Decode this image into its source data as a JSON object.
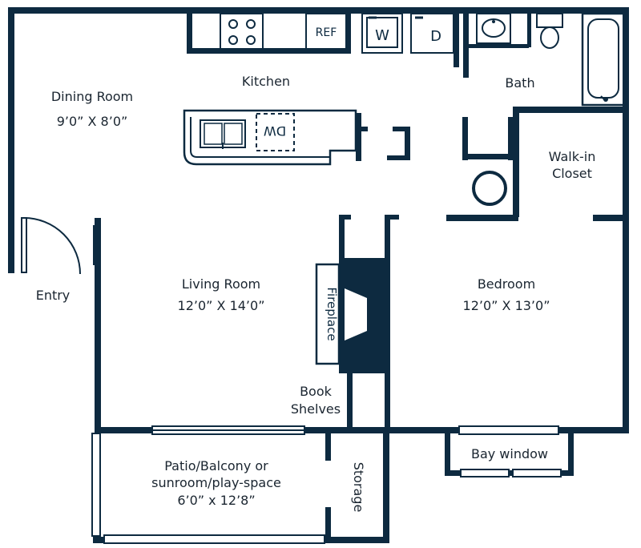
{
  "rooms": {
    "dining": {
      "name": "Dining Room",
      "size": "9’0” X 8’0”"
    },
    "kitchen": {
      "name": "Kitchen"
    },
    "bath": {
      "name": "Bath"
    },
    "closet": {
      "line1": "Walk-in",
      "line2": "Closet"
    },
    "living": {
      "name": "Living Room",
      "size": "12’0” X 14’0”"
    },
    "bedroom": {
      "name": "Bedroom",
      "size": "12’0” X 13’0”"
    },
    "entry": {
      "name": "Entry"
    },
    "patio": {
      "line1": "Patio/Balcony or",
      "line2": "sunroom/play-space",
      "size": "6’0” x 12’8”"
    },
    "storage": {
      "name": "Storage"
    }
  },
  "fixtures": {
    "refrigerator": "REF",
    "washer": "W",
    "dryer": "D",
    "dishwasher": "DW",
    "fireplace": "Fireplace",
    "shelves_line1": "Book",
    "shelves_line2": "Shelves",
    "bay_window": "Bay window"
  },
  "colors": {
    "wall": "#0d2a40",
    "text": "#1a2530"
  }
}
